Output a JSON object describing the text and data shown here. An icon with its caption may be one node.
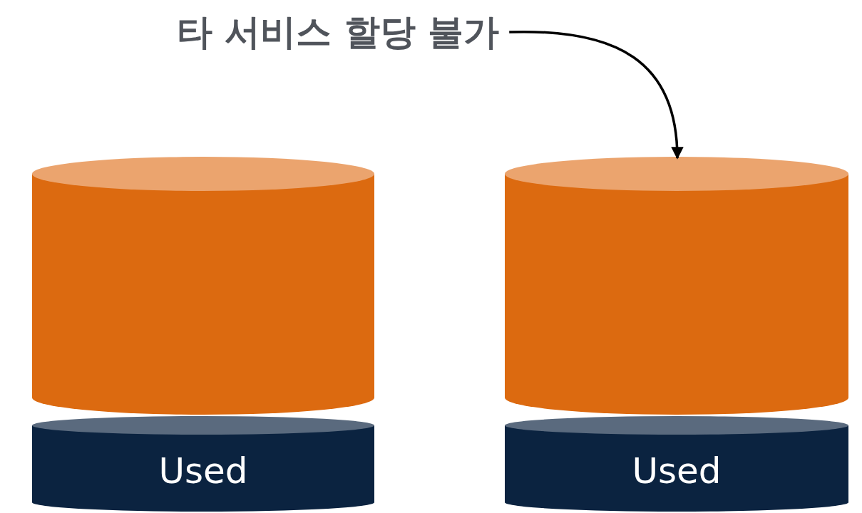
{
  "diagram": {
    "nodes": [
      {
        "text": [
          "타 서비스 할당 불가"
        ]
      },
      {
        "text": [],
        "shape": "cylinder"
      },
      {
        "text": [
          "Used"
        ]
      },
      {
        "text": [],
        "shape": "cylinder"
      },
      {
        "text": [
          "Used"
        ]
      }
    ],
    "edges": [
      {
        "from": 0,
        "to": 3,
        "arrow": "to"
      }
    ]
  }
}
